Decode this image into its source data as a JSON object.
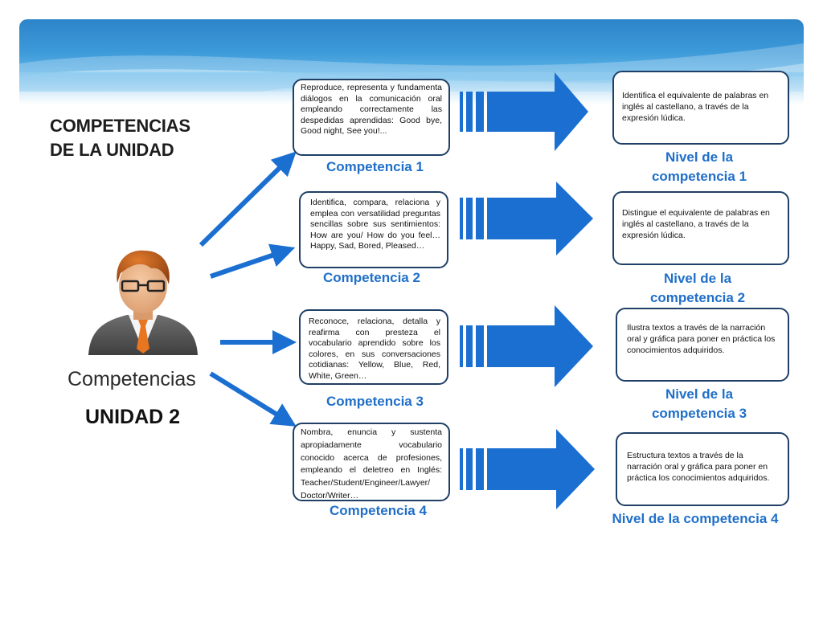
{
  "title": {
    "line1": "COMPETENCIAS",
    "line2": "DE LA UNIDAD"
  },
  "person": {
    "label": "Competencias",
    "unit": "UNIDAD 2",
    "icon": "businessman-avatar-icon"
  },
  "competencies": [
    {
      "label": "Competencia 1",
      "text": "Reproduce, representa y fundamenta diálogos en la comunicación oral empleando correctamente las despedidas aprendidas: Good bye, Good night, See you!..."
    },
    {
      "label": "Competencia 2",
      "text": "Identifica, compara, relaciona y emplea con versatilidad preguntas sencillas sobre sus sentimientos: How are you/ How do you feel… Happy, Sad, Bored, Pleased…"
    },
    {
      "label": "Competencia 3",
      "text": "Reconoce, relaciona, detalla y reafirma con presteza el vocabulario aprendido sobre los colores, en sus conversaciones cotidianas: Yellow, Blue, Red, White, Green…"
    },
    {
      "label": "Competencia 4",
      "text": "Nombra, enuncia y sustenta apropiadamente vocabulario conocido acerca de profesiones, empleando el deletreo en Inglés: Teacher/Student/Engineer/Lawyer/ Doctor/Writer…"
    }
  ],
  "levels": [
    {
      "label_line1": "Nivel de la",
      "label_line2": "competencia 1",
      "text": "Identifica el equivalente de palabras en inglés al castellano,  a través de la expresión lúdica."
    },
    {
      "label_line1": "Nivel de la",
      "label_line2": "competencia 2",
      "text": "Distingue el equivalente de palabras en inglés al castellano,  a través de la expresión lúdica."
    },
    {
      "label_line1": "Nivel de la",
      "label_line2": "competencia 3",
      "text": "Ilustra textos a través  de la narración oral y gráfica para poner en práctica los conocimientos adquiridos."
    },
    {
      "label_line1": "Nivel de la competencia 4",
      "label_line2": "",
      "text": "Estructura textos a través  de la narración oral y gráfica para poner en práctica los conocimientos adquiridos."
    }
  ],
  "colors": {
    "arrow": "#1a6fd1",
    "banner": "#3d9ad9",
    "label": "#1f6fc9",
    "box_border": "#1f3f66"
  }
}
